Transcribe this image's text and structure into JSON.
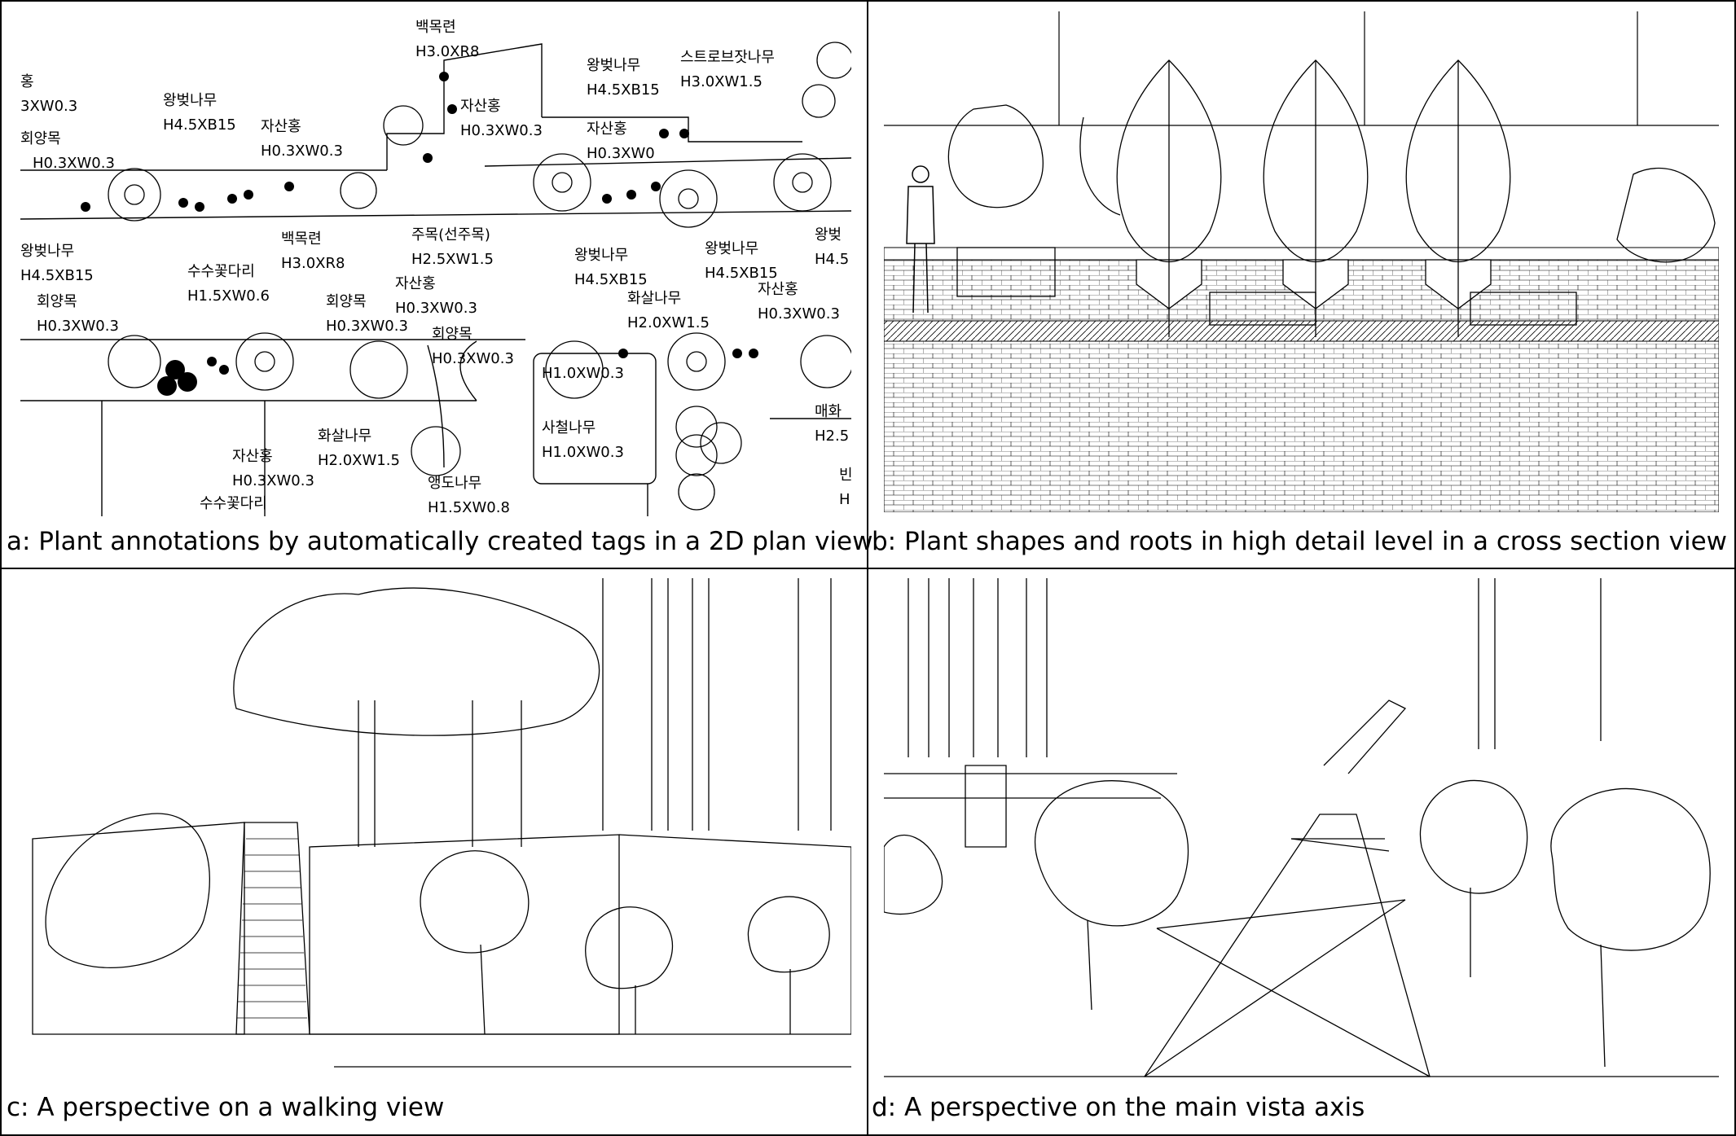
{
  "panels": {
    "a": {
      "caption": "a: Plant annotations by automatically created tags in a 2D plan view",
      "tags": [
        {
          "name": "홍",
          "spec": "3XW0.3"
        },
        {
          "name": "회양목",
          "spec": "H0.3XW0.3"
        },
        {
          "name": "왕벚나무",
          "spec": "H4.5XB15"
        },
        {
          "name": "자산홍",
          "spec": "H0.3XW0.3"
        },
        {
          "name": "백목련",
          "spec": "H3.0XR8"
        },
        {
          "name": "자산홍",
          "spec": "H0.3XW0.3"
        },
        {
          "name": "왕벚나무",
          "spec": "H4.5XB15"
        },
        {
          "name": "자산홍",
          "spec": "H0.3XW0"
        },
        {
          "name": "스트로브잣나무",
          "spec": "H3.0XW1.5"
        },
        {
          "name": "왕벚나무",
          "spec": "H4.5XB15"
        },
        {
          "name": "백목련",
          "spec": "H3.0XR8"
        },
        {
          "name": "주목(선주목)",
          "spec": "H2.5XW1.5"
        },
        {
          "name": "자산홍",
          "spec": "H0.3XW0.3"
        },
        {
          "name": "왕벚나무",
          "spec": "H4.5XB15"
        },
        {
          "name": "왕벚나무",
          "spec": "H4.5XB15"
        },
        {
          "name": "왕벚",
          "spec": "H4.5"
        },
        {
          "name": "수수꽃다리",
          "spec": "H1.5XW0.6"
        },
        {
          "name": "회양목",
          "spec": "H0.3XW0.3"
        },
        {
          "name": "회양목",
          "spec": "H0.3XW0.3"
        },
        {
          "name": "회양목",
          "spec": "H0.3XW0.3"
        },
        {
          "name": "화살나무",
          "spec": "H2.0XW1.5"
        },
        {
          "name": "자산홍",
          "spec": "H0.3XW0.3"
        },
        {
          "name": "화살나무",
          "spec": "H2.0XW1.5"
        },
        {
          "name": "사철나무",
          "spec": "H1.0XW0.3"
        },
        {
          "name": "자산홍",
          "spec": "H0.3XW0.3"
        },
        {
          "name": "앵도나무",
          "spec": "H1.5XW0.8"
        },
        {
          "name": "매화",
          "spec": "H2.5"
        },
        {
          "name": "수수꽃다리",
          "spec": ""
        },
        {
          "name": "",
          "spec": "H1.0XW0.3"
        },
        {
          "name": "빈",
          "spec": "H"
        }
      ]
    },
    "b": {
      "caption": "b: Plant shapes and roots in high detail level in a cross section view"
    },
    "c": {
      "caption": "c: A perspective on a walking view"
    },
    "d": {
      "caption": "d: A perspective on the main vista axis"
    }
  }
}
